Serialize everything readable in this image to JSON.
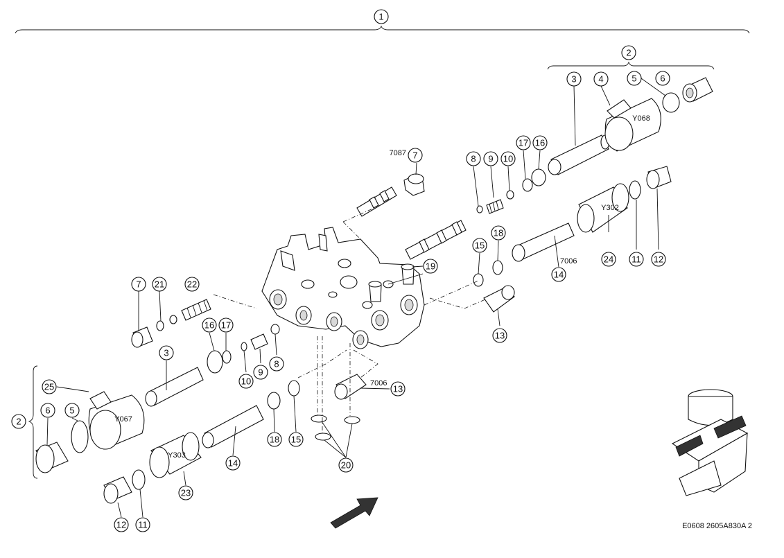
{
  "callouts": {
    "c1": "1",
    "c2a": "2",
    "c2b": "2",
    "c3a": "3",
    "c3b": "3",
    "c4": "4",
    "c5a": "5",
    "c5b": "5",
    "c6a": "6",
    "c6b": "6",
    "c7a": "7",
    "c7b": "7",
    "c8a": "8",
    "c8b": "8",
    "c9a": "9",
    "c9b": "9",
    "c10a": "10",
    "c10b": "10",
    "c11a": "11",
    "c11b": "11",
    "c12a": "12",
    "c12b": "12",
    "c13a": "13",
    "c13b": "13",
    "c14a": "14",
    "c14b": "14",
    "c15a": "15",
    "c15b": "15",
    "c16a": "16",
    "c16b": "16",
    "c17a": "17",
    "c17b": "17",
    "c18a": "18",
    "c18b": "18",
    "c19": "19",
    "c20": "20",
    "c21": "21",
    "c22": "22",
    "c23": "23",
    "c24": "24",
    "c25": "25"
  },
  "part_numbers": {
    "p7087": "7087",
    "p7006a": "7006",
    "p7006b": "7006"
  },
  "coil_labels": {
    "y068": "Y068",
    "y302": "Y302",
    "y067": "Y067",
    "y303": "Y303"
  },
  "footer_ref": "E0608 2605A830A 2",
  "colors": {
    "line": "#111111",
    "background": "#ffffff",
    "shade": "#d9d9d9"
  },
  "icons": {
    "direction": "direction-arrow-icon",
    "thumbnail": "valve-assembly-thumbnail-icon"
  }
}
